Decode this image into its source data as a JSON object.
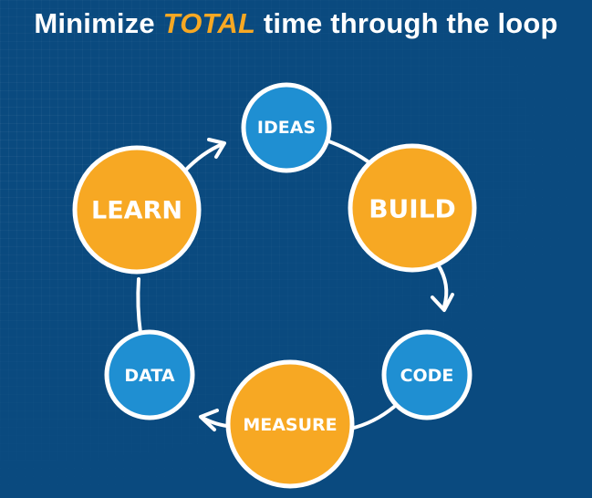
{
  "title": {
    "before": "Minimize ",
    "emphasis": "TOTAL",
    "after": " time through the loop"
  },
  "nodes": {
    "ideas": "IDEAS",
    "build": "BUILD",
    "code": "CODE",
    "measure": "MEASURE",
    "data": "DATA",
    "learn": "LEARN"
  },
  "colors": {
    "background": "#0a4a7f",
    "orange": "#f7a823",
    "blue": "#1f8fd2",
    "white": "#ffffff"
  }
}
